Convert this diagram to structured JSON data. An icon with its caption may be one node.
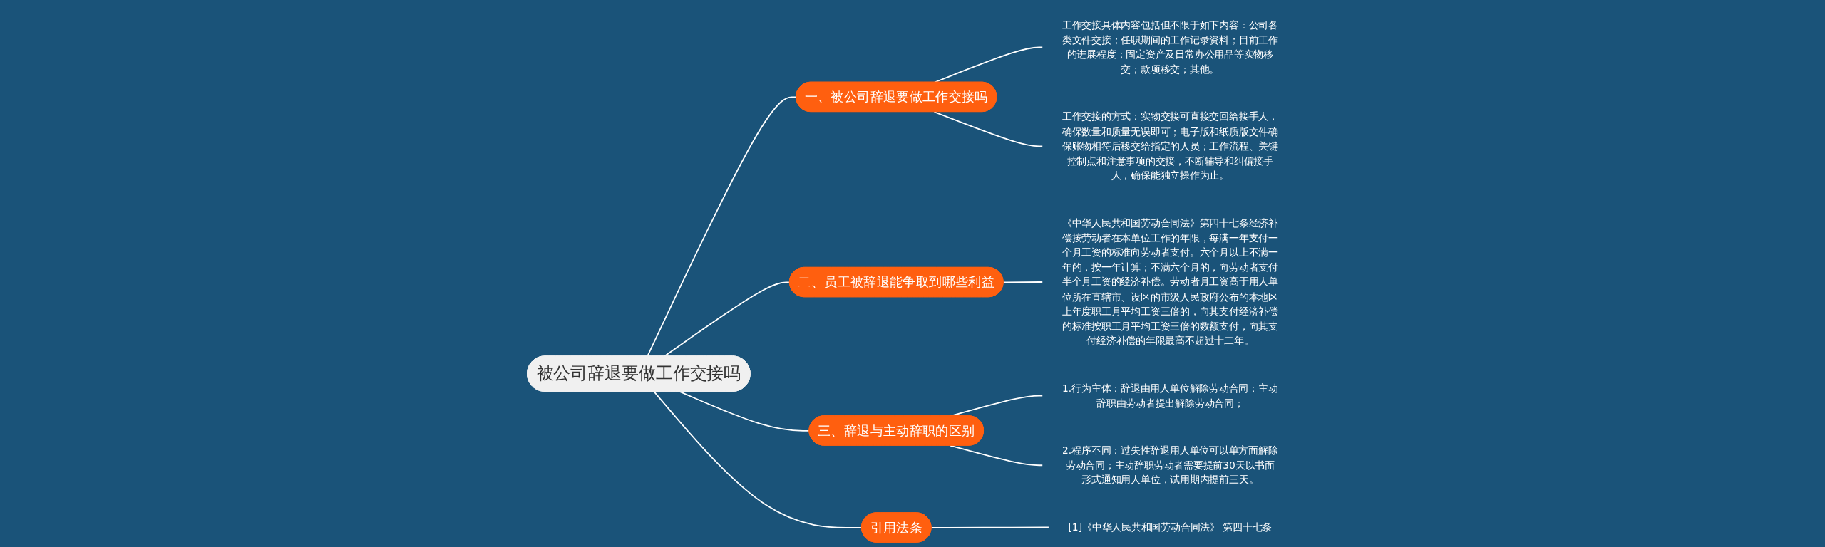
{
  "diagram": {
    "nodes": [
      {
        "text": [
          "被公司辞退要做工作交接吗"
        ]
      },
      {
        "text": [
          "一、被公司辞退要做工作交接吗"
        ]
      },
      {
        "text": [
          "工作交接具体内容包括但不限于如下内容：公司各类文件交接；任职期间的工作记录资料；目前工作的进展程度；固定资产及日常办公用品等实物移交；款项移交；其他。"
        ]
      },
      {
        "text": [
          "工作交接的方式：实物交接可直接交回给接手人，确保数量和质量无误即可；电子版和纸质版文件确保账物相符后移交给指定的人员；工作流程、关键控制点和注意事项的交接，不断辅导和纠偏接手人，确保能独立操作为止。"
        ]
      },
      {
        "text": [
          "二、员工被辞退能争取到哪些利益"
        ]
      },
      {
        "text": [
          "《中华人民共和国劳动合同法》第四十七条经济补偿按劳动者在本单位工作的年限，每满一年支付一个月工资的标准向劳动者支付。六个月以上不满一年的，按一年计算；不满六个月的，向劳动者支付半个月工资的经济补偿。劳动者月工资高于用人单位所在直辖市、设区的市级人民政府公布的本地区上年度职工月平均工资三倍的，向其支付经济补偿的标准按职工月平均工资三倍的数额支付，向其支付经济补偿的年限最高不超过十二年。"
        ]
      },
      {
        "text": [
          "三、辞退与主动辞职的区别"
        ]
      },
      {
        "text": [
          "1.行为主体：辞退由用人单位解除劳动合同；主动辞职由劳动者提出解除劳动合同；"
        ]
      },
      {
        "text": [
          "2.程序不同：过失性辞退用人单位可以单方面解除劳动合同；主动辞职劳动者需要提前30天以书面形式通知用人单位，试用期内提前三天。"
        ]
      },
      {
        "text": [
          "引用法条"
        ]
      },
      {
        "text": [
          "[1]《中华人民共和国劳动合同法》 第四十七条"
        ]
      }
    ],
    "edges": [
      {
        "from": 0,
        "to": 1,
        "arrow": "none"
      },
      {
        "from": 1,
        "to": 2,
        "arrow": "none"
      },
      {
        "from": 1,
        "to": 3,
        "arrow": "none"
      },
      {
        "from": 0,
        "to": 4,
        "arrow": "none"
      },
      {
        "from": 4,
        "to": 5,
        "arrow": "none"
      },
      {
        "from": 0,
        "to": 6,
        "arrow": "none"
      },
      {
        "from": 6,
        "to": 7,
        "arrow": "none"
      },
      {
        "from": 6,
        "to": 8,
        "arrow": "none"
      },
      {
        "from": 0,
        "to": 9,
        "arrow": "none"
      },
      {
        "from": 9,
        "to": 10,
        "arrow": "none"
      }
    ]
  }
}
